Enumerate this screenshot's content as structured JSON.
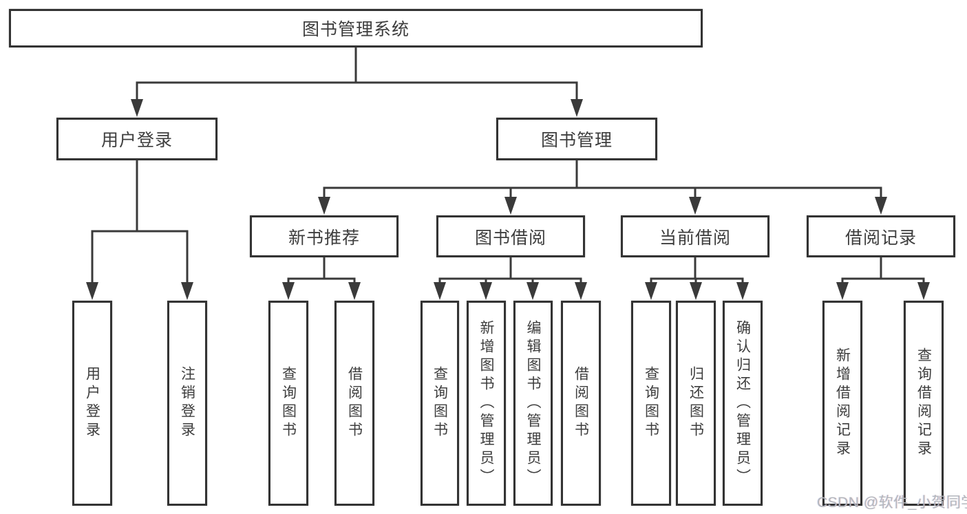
{
  "diagram": {
    "title_hint": "library-management-system-function-structure",
    "colors": {
      "line": "#3a3a3a",
      "box_border": "#333333",
      "box_fill": "#ffffff",
      "text": "#3d3d3d",
      "watermark_text": "#b3b7bd"
    },
    "root": {
      "label": "图书管理系统"
    },
    "level2": [
      {
        "label": "用户登录"
      },
      {
        "label": "图书管理"
      }
    ],
    "level3": [
      {
        "label": "新书推荐"
      },
      {
        "label": "图书借阅"
      },
      {
        "label": "当前借阅"
      },
      {
        "label": "借阅记录"
      }
    ],
    "leaves": [
      {
        "label": "用户登录"
      },
      {
        "label": "注销登录"
      },
      {
        "label": "查询图书"
      },
      {
        "label": "借阅图书"
      },
      {
        "label": "查询图书"
      },
      {
        "label": "新增图书（管理员）"
      },
      {
        "label": "编辑图书（管理员）"
      },
      {
        "label": "借阅图书"
      },
      {
        "label": "查询图书"
      },
      {
        "label": "归还图书"
      },
      {
        "label": "确认归还（管理员）"
      },
      {
        "label": "新增借阅记录"
      },
      {
        "label": "查询借阅记录"
      }
    ]
  },
  "watermark": {
    "text": "CSDN @软件_小贺同学"
  }
}
